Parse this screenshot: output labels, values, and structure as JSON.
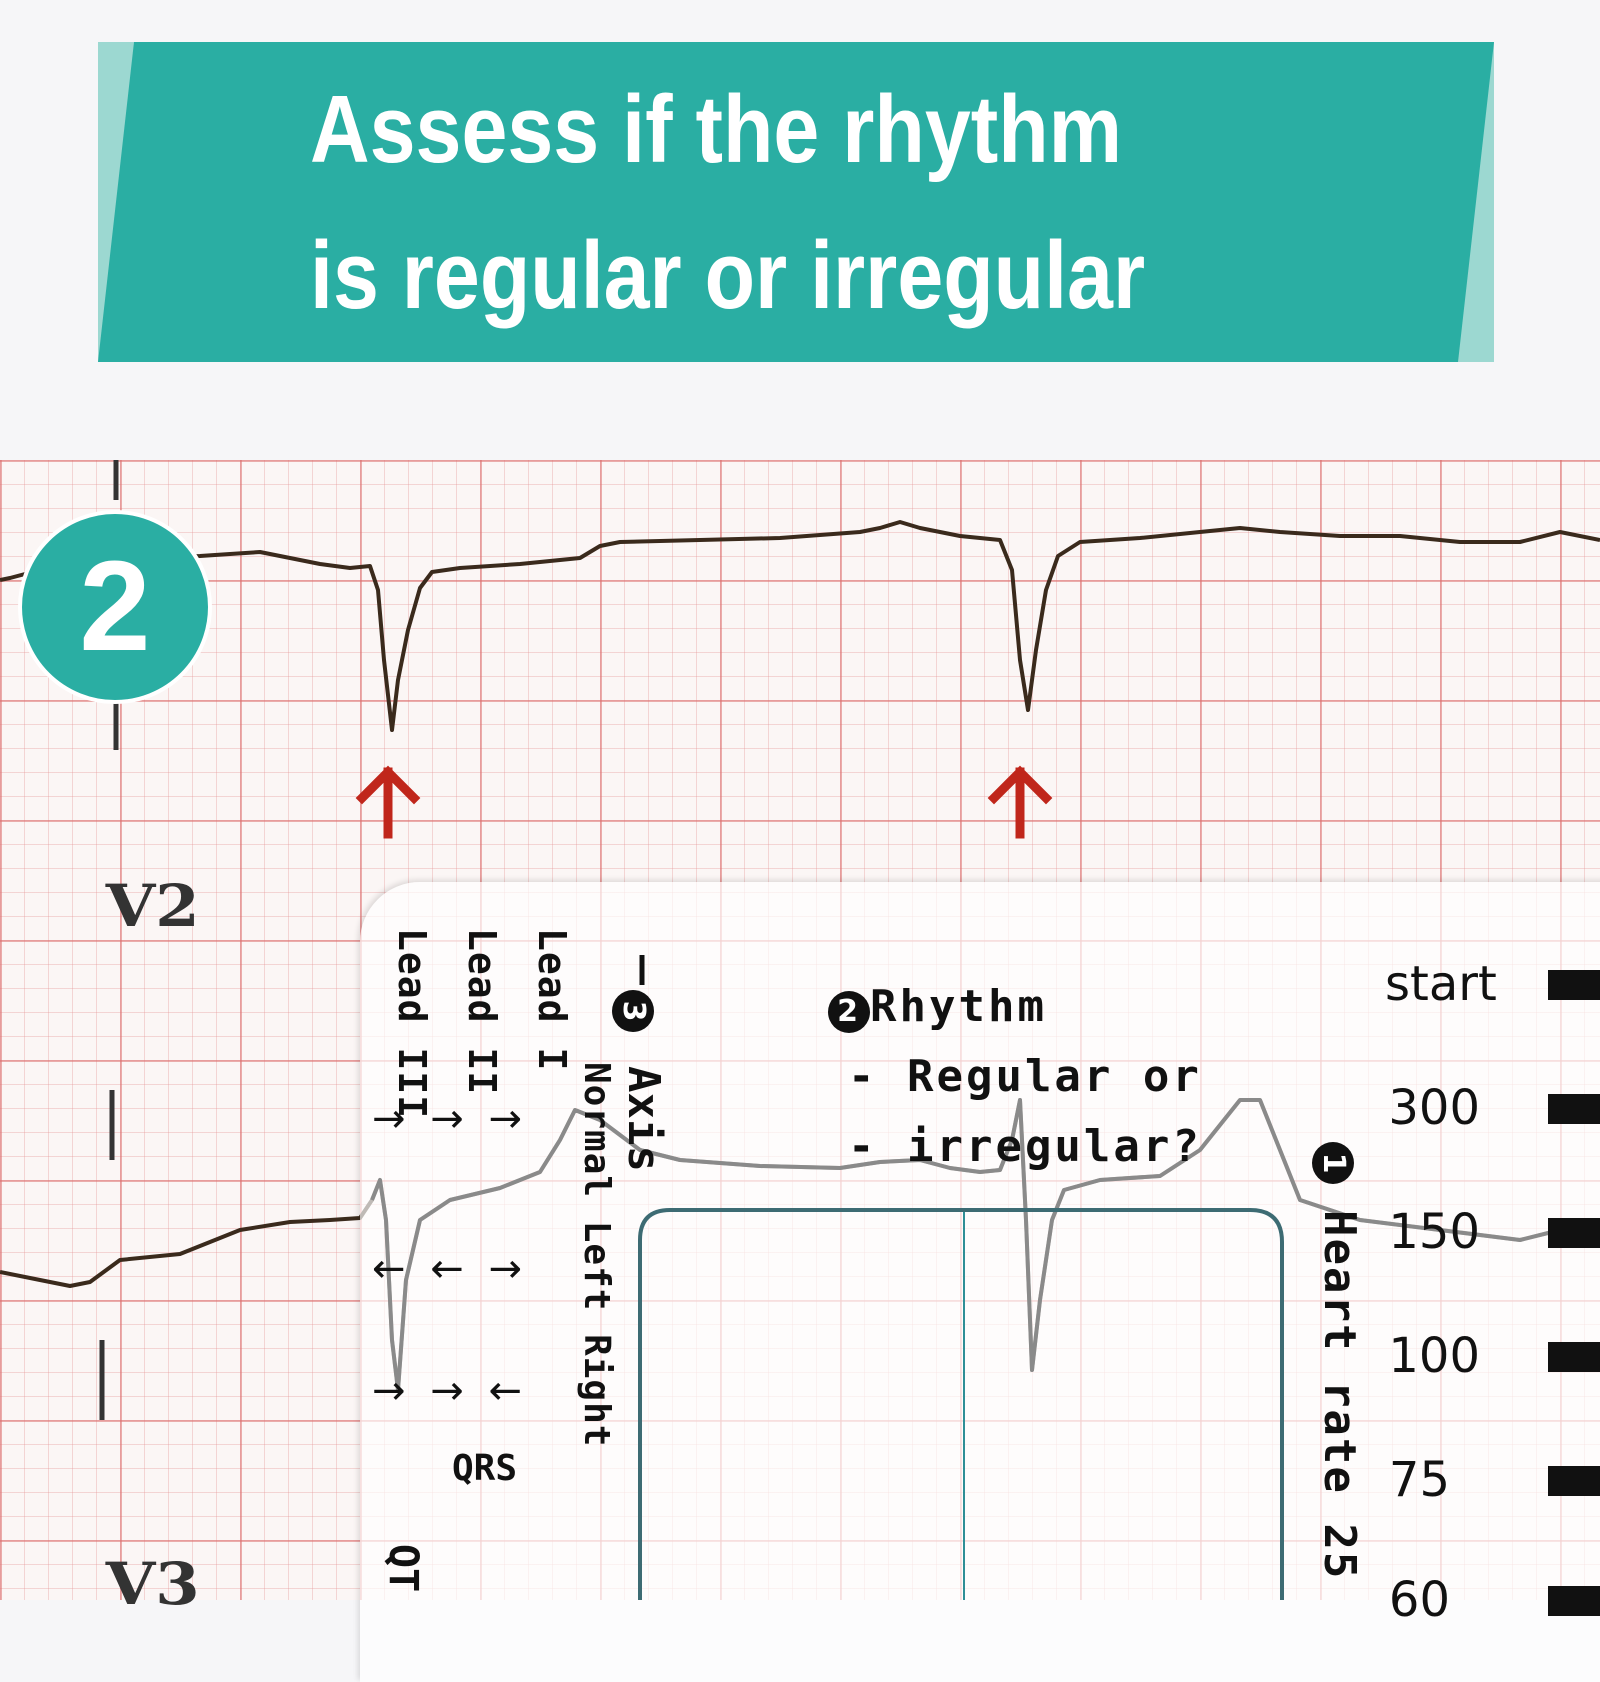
{
  "banner": {
    "title_line1": "Assess if the rhythm",
    "title_line2": "is regular or irregular",
    "bg_color": "#2aaea3",
    "accent_color": "#9cd8d1"
  },
  "step_badge": {
    "number": "2"
  },
  "ecg": {
    "lead_top": "V2",
    "lead_bottom": "V3",
    "marker_color": "#c0261b"
  },
  "ruler": {
    "axis_section": {
      "badge": "3",
      "title": "Axis",
      "lead_columns": [
        "Lead I",
        "Lead II",
        "Lead III"
      ],
      "axis_labels": "Normal Left Right",
      "qrs_label": "QRS",
      "qt_label": "QT"
    },
    "rhythm_section": {
      "badge": "2",
      "title": "Rhythm",
      "line2": "- Regular or",
      "line3": "- irregular?"
    },
    "heart_rate_section": {
      "badge": "1",
      "title": "Heart rate 25"
    },
    "scale": [
      "start",
      "300",
      "150",
      "100",
      "75",
      "60"
    ]
  }
}
